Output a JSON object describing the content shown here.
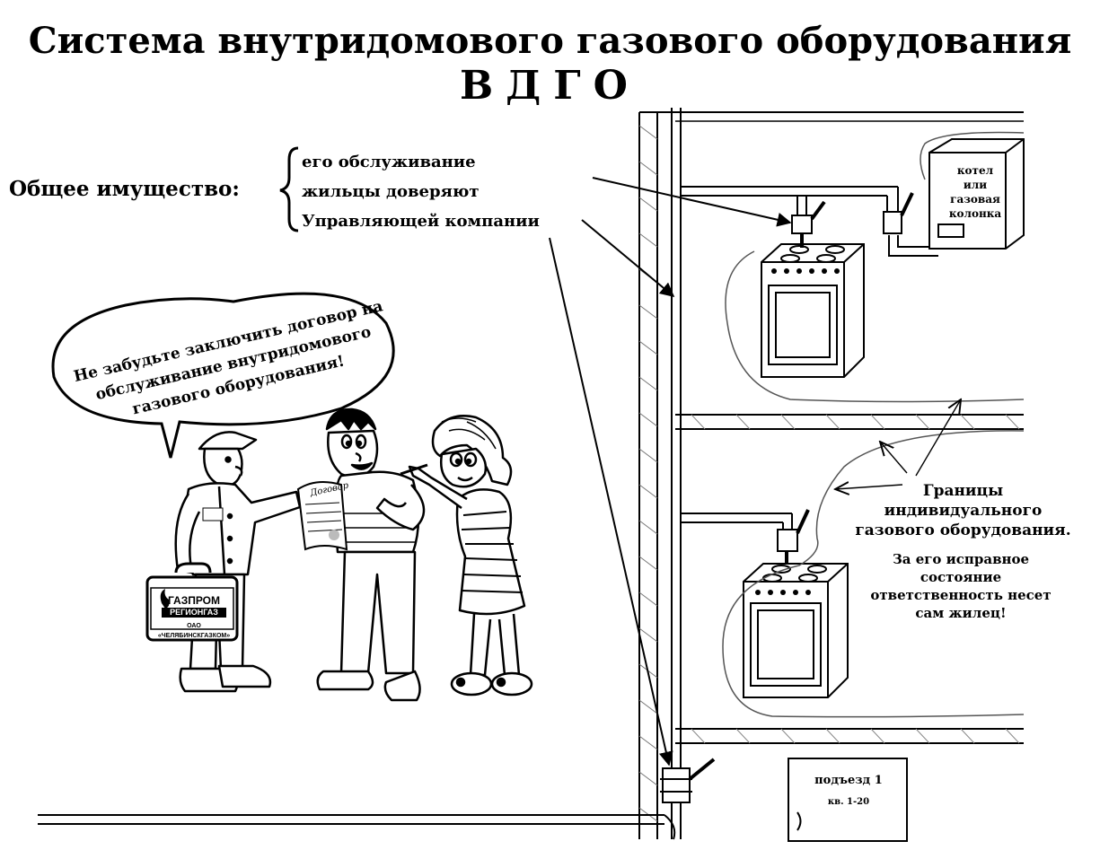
{
  "title": {
    "line1": "Система внутридомового газового оборудования",
    "line2": "ВДГО"
  },
  "common_property": {
    "label": "Общее имущество:",
    "lines": [
      "его обслуживание",
      "жильцы доверяют",
      "Управляющей компании"
    ]
  },
  "speech_bubble": {
    "text": "Не забудьте заключить договор на обслуживание внутридомового газового оборудования!"
  },
  "document_label": "Договор",
  "bag_logo": {
    "brand": "ГАЗПРОМ",
    "sub": "РЕГИОНГАЗ",
    "company": "ОАО «ЧЕЛЯБИНСКГАЗКОМ»"
  },
  "boiler": {
    "lines": [
      "котел",
      "или",
      "газовая",
      "колонка"
    ]
  },
  "boundaries": {
    "lines": [
      "Границы",
      "индивидуального",
      "газового оборудования."
    ]
  },
  "responsibility": {
    "lines": [
      "За его исправное",
      "состояние",
      "ответственность несет",
      "сам жилец!"
    ]
  },
  "entrance_sign": {
    "entrance": "подъезд 1",
    "apartments": "кв. 1-20"
  }
}
